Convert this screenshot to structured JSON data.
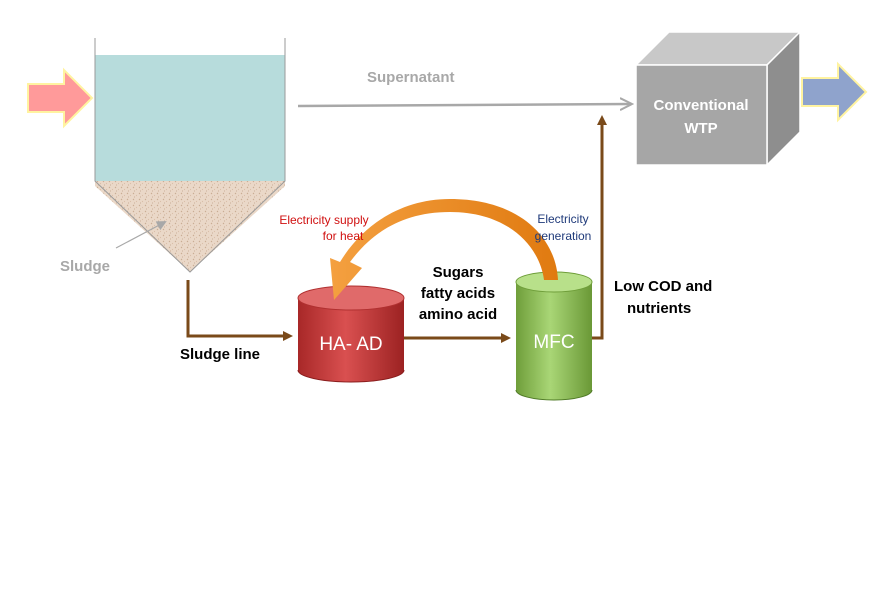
{
  "labels": {
    "supernatant": "Supernatant",
    "sludge": "Sludge",
    "wtp_line1": "Conventional",
    "wtp_line2": "WTP",
    "sludge_line": "Sludge line",
    "ha_ad": "HA- AD",
    "mfc": "MFC",
    "products_line1": "Sugars",
    "products_line2": "fatty acids",
    "products_line3": "amino acid",
    "elec_supply_line1": "Electricity supply",
    "elec_supply_line2": "for heat",
    "elec_gen_line1": "Electricity",
    "elec_gen_line2": "generation",
    "effluent_line1": "Low COD and",
    "effluent_line2": "nutrients"
  },
  "colors": {
    "tank_water": "#b7dcdc",
    "sludge_bed": "#e8d6c8",
    "inflow_arrow": "#ff9a9a",
    "outflow_arrow": "#8fa3cc",
    "pipe_brown": "#7a4a1a",
    "supernatant_gray": "#a8a8a8",
    "wtp_box": "#a0a0a0",
    "ha_ad_red": "#c23b3b",
    "mfc_green": "#8fc45a",
    "curved_arrow_orange": "#f08a1e",
    "elec_supply_text": "#d01010",
    "elec_gen_text": "#1f3a7a"
  }
}
